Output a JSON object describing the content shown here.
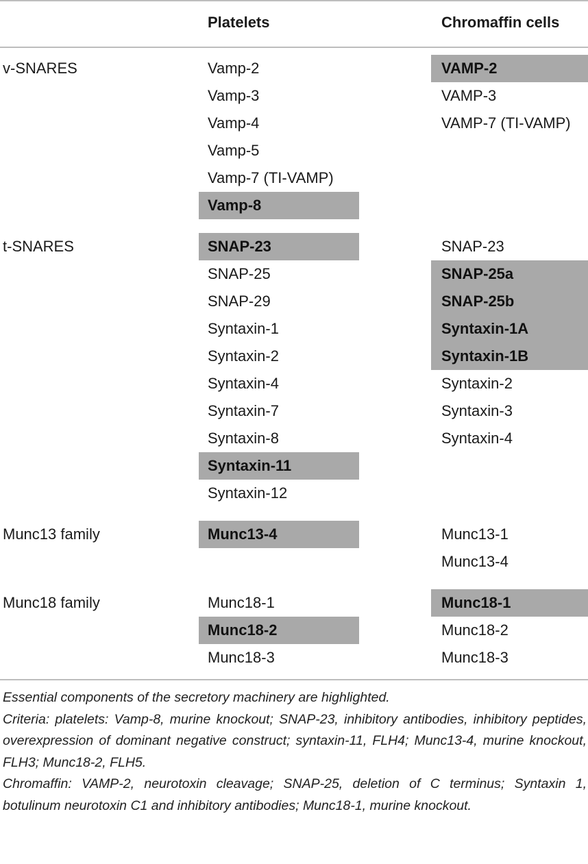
{
  "table": {
    "headers": {
      "platelets": "Platelets",
      "chromaffin": "Chromaffin cells"
    },
    "groups": [
      {
        "category": "v-SNARES",
        "platelets": [
          {
            "text": "Vamp-2",
            "highlight": false
          },
          {
            "text": "Vamp-3",
            "highlight": false
          },
          {
            "text": "Vamp-4",
            "highlight": false
          },
          {
            "text": "Vamp-5",
            "highlight": false
          },
          {
            "text": "Vamp-7 (TI-VAMP)",
            "highlight": false
          },
          {
            "text": "Vamp-8",
            "highlight": true
          }
        ],
        "chromaffin": [
          {
            "text": "VAMP-2",
            "highlight": true
          },
          {
            "text": "VAMP-3",
            "highlight": false
          },
          {
            "text": "VAMP-7 (TI-VAMP)",
            "highlight": false
          }
        ]
      },
      {
        "category": "t-SNARES",
        "platelets": [
          {
            "text": "SNAP-23",
            "highlight": true
          },
          {
            "text": "SNAP-25",
            "highlight": false
          },
          {
            "text": "SNAP-29",
            "highlight": false
          },
          {
            "text": "Syntaxin-1",
            "highlight": false
          },
          {
            "text": "Syntaxin-2",
            "highlight": false
          },
          {
            "text": "Syntaxin-4",
            "highlight": false
          },
          {
            "text": "Syntaxin-7",
            "highlight": false
          },
          {
            "text": "Syntaxin-8",
            "highlight": false
          },
          {
            "text": "Syntaxin-11",
            "highlight": true
          },
          {
            "text": "Syntaxin-12",
            "highlight": false
          }
        ],
        "chromaffin": [
          {
            "text": "SNAP-23",
            "highlight": false
          },
          {
            "text": "SNAP-25a",
            "highlight": true
          },
          {
            "text": "SNAP-25b",
            "highlight": true
          },
          {
            "text": "Syntaxin-1A",
            "highlight": true
          },
          {
            "text": "Syntaxin-1B",
            "highlight": true
          },
          {
            "text": "Syntaxin-2",
            "highlight": false
          },
          {
            "text": "Syntaxin-3",
            "highlight": false
          },
          {
            "text": "Syntaxin-4",
            "highlight": false
          }
        ]
      },
      {
        "category": "Munc13 family",
        "platelets": [
          {
            "text": "Munc13-4",
            "highlight": true
          }
        ],
        "chromaffin": [
          {
            "text": "Munc13-1",
            "highlight": false
          },
          {
            "text": "Munc13-4",
            "highlight": false
          }
        ]
      },
      {
        "category": "Munc18 family",
        "platelets": [
          {
            "text": "Munc18-1",
            "highlight": false
          },
          {
            "text": "Munc18-2",
            "highlight": true
          },
          {
            "text": "Munc18-3",
            "highlight": false
          }
        ],
        "chromaffin": [
          {
            "text": "Munc18-1",
            "highlight": true
          },
          {
            "text": "Munc18-2",
            "highlight": false
          },
          {
            "text": "Munc18-3",
            "highlight": false
          }
        ]
      }
    ]
  },
  "footnotes": {
    "line1": "Essential components of the secretory machinery are highlighted.",
    "line2": "Criteria: platelets: Vamp-8, murine knockout; SNAP-23, inhibitory antibodies, inhibitory peptides, overexpression of dominant negative construct; syntaxin-11, FLH4; Munc13-4, murine knockout, FLH3; Munc18-2, FLH5.",
    "line3": "Chromaffin: VAMP-2, neurotoxin cleavage; SNAP-25, deletion of C terminus; Syntaxin 1, botulinum neurotoxin C1 and inhibitory antibodies; Munc18-1, murine knockout."
  }
}
